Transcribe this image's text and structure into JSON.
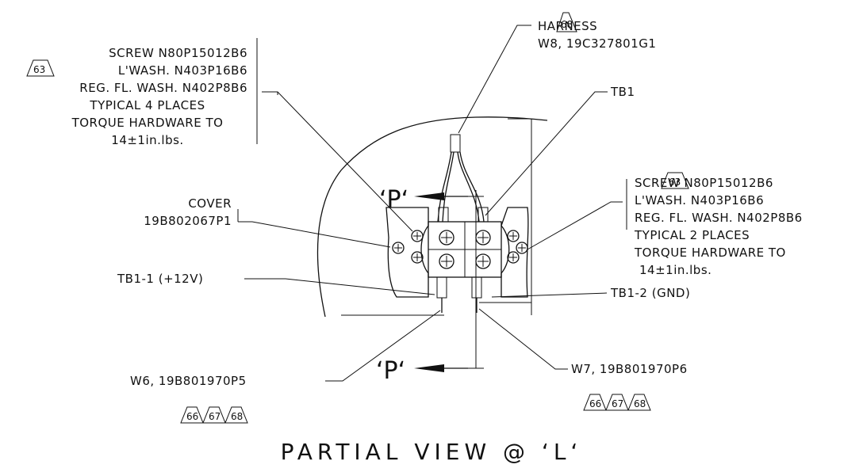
{
  "drawing": {
    "title": "PARTIAL VIEW @ ‘L‘",
    "section_mark": "‘P‘",
    "notes": {
      "harness": {
        "line1": "HARNESS",
        "line2": "W8, 19C327801G1",
        "rev": [
          "68"
        ]
      },
      "tb1": {
        "text": "TB1"
      },
      "screw_left": {
        "rev": [
          "63"
        ],
        "lines": [
          "SCREW N80P15012B6",
          "L'WASH. N403P16B6",
          "REG. FL. WASH. N402P8B6",
          "TYPICAL 4 PLACES",
          "TORQUE HARDWARE TO",
          "14±1in.lbs."
        ]
      },
      "screw_right": {
        "rev": [
          "63"
        ],
        "lines": [
          "SCREW N80P15012B6",
          "L'WASH. N403P16B6",
          "REG. FL. WASH. N402P8B6",
          "TYPICAL 2 PLACES",
          "TORQUE HARDWARE TO",
          "14±1in.lbs."
        ]
      },
      "cover": {
        "line1": "COVER",
        "line2": "19B802067P1"
      },
      "tb1_1": {
        "text": "TB1-1 (+12V)"
      },
      "tb1_2": {
        "text": "TB1-2 (GND)"
      },
      "w6": {
        "text": "W6, 19B801970P5",
        "rev": [
          "66",
          "67",
          "68"
        ]
      },
      "w7": {
        "text": "W7, 19B801970P6",
        "rev": [
          "66",
          "67",
          "68"
        ]
      }
    }
  }
}
